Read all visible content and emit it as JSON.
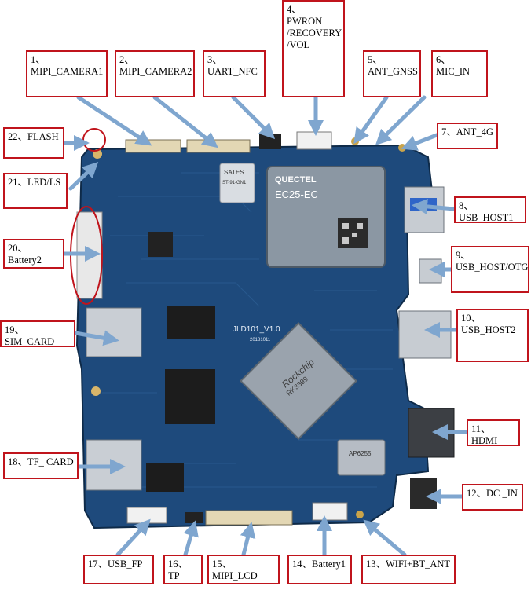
{
  "callouts": [
    {
      "id": "1",
      "text": "1、\nMIPI_CAMERA1"
    },
    {
      "id": "2",
      "text": "2、\nMIPI_CAMERA2"
    },
    {
      "id": "3",
      "text": "3、\nUART_NFC"
    },
    {
      "id": "4",
      "text": "4、\nPWRON\n/RECOVERY\n/VOL"
    },
    {
      "id": "5",
      "text": "5、\nANT_GNSS"
    },
    {
      "id": "6",
      "text": "6、\nMIC_IN"
    },
    {
      "id": "7",
      "text": "7、ANT_4G"
    },
    {
      "id": "8",
      "text": "8、USB_HOST1"
    },
    {
      "id": "9",
      "text": "9、\nUSB_HOST/OTG"
    },
    {
      "id": "10",
      "text": "10、\nUSB_HOST2"
    },
    {
      "id": "11",
      "text": "11、HDMI"
    },
    {
      "id": "12",
      "text": "12、DC _IN"
    },
    {
      "id": "13",
      "text": "13、WIFI+BT_ANT"
    },
    {
      "id": "14",
      "text": "14、Battery1"
    },
    {
      "id": "15",
      "text": "15、MIPI_LCD"
    },
    {
      "id": "16",
      "text": "16、TP"
    },
    {
      "id": "17",
      "text": "17、USB_FP"
    },
    {
      "id": "18",
      "text": "18、TF_ CARD"
    },
    {
      "id": "19",
      "text": "19、SIM_CARD"
    },
    {
      "id": "20",
      "text": "20、Battery2"
    },
    {
      "id": "21",
      "text": "21、LED/LS"
    },
    {
      "id": "22",
      "text": "22、FLASH"
    }
  ],
  "board_markings": {
    "modem_brand": "QUECTEL",
    "modem_model": "EC25-EC",
    "gnss_brand": "SATES",
    "gnss_code": "ST-91-GN1",
    "board_name": "JLD101_V1.0",
    "board_date": "20181011",
    "soc_brand": "Rockchip",
    "soc_model": "RK3399",
    "wifi_module": "AP6255"
  },
  "colors": {
    "callout_border": "#c0141c",
    "arrow": "#7fa6cf",
    "pcb": "#1e4a7c",
    "pcb_dark": "#133457"
  }
}
